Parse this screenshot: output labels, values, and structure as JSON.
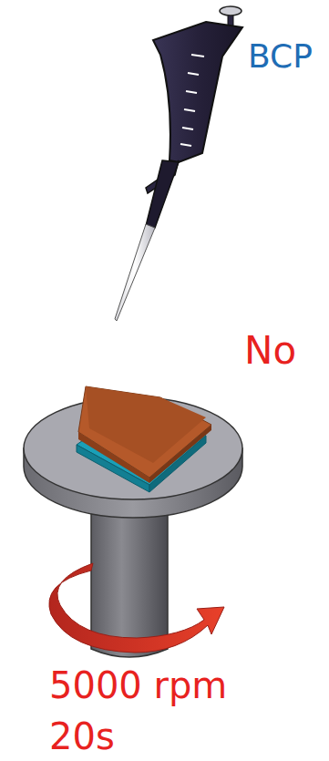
{
  "diagram": {
    "labels": [
      "BCP",
      "No",
      "5000 rpm",
      "20s"
    ]
  }
}
